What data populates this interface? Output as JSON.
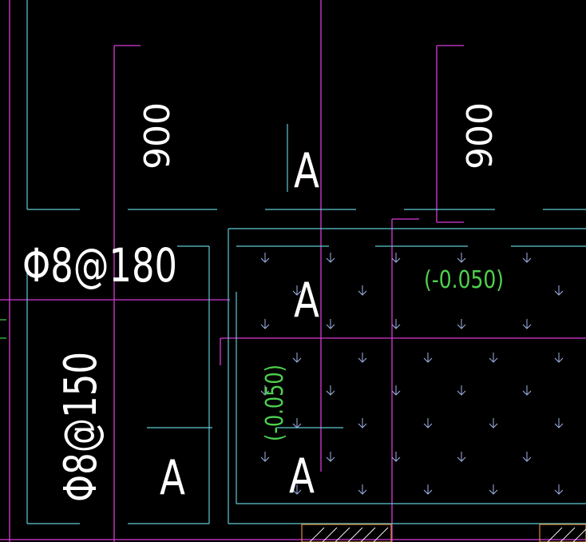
{
  "drawing": {
    "dimension_left": "900",
    "dimension_right": "900",
    "rebar_horizontal": "Φ8@180",
    "rebar_vertical": "Φ8@150",
    "level_right": "(-0.050)",
    "level_left": "(-0.050)",
    "section_marks": [
      "A",
      "A",
      "A",
      "A"
    ],
    "colors": {
      "background": "#000000",
      "magenta": "#d63ad6",
      "cyan": "#5fc9d3",
      "white": "#ffffff",
      "green": "#4ed14e",
      "arrow": "#9fb3e6",
      "hatch_orange": "#e08a3c"
    }
  }
}
